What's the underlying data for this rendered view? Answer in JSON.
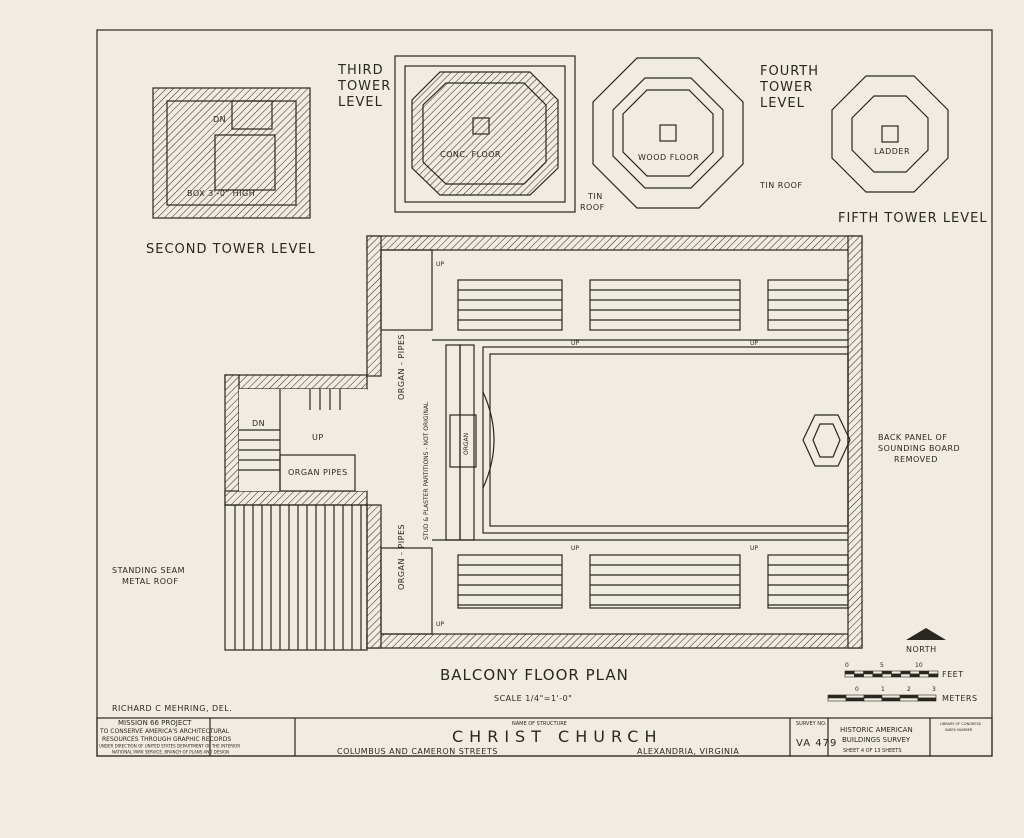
{
  "towers": {
    "second": {
      "title": "SECOND TOWER LEVEL",
      "dn": "DN",
      "note": "BOX 3'-0\" HIGH"
    },
    "third": {
      "title_1": "THIRD",
      "title_2": "TOWER",
      "title_3": "LEVEL",
      "floor": "CONC. FLOOR",
      "roof_1": "TIN",
      "roof_2": "ROOF"
    },
    "fourth": {
      "title_1": "FOURTH",
      "title_2": "TOWER",
      "title_3": "LEVEL",
      "floor": "WOOD FLOOR",
      "roof": "TIN ROOF"
    },
    "fifth": {
      "title": "FIFTH TOWER LEVEL",
      "ladder": "LADDER"
    }
  },
  "plan": {
    "title": "BALCONY FLOOR PLAN",
    "scale": "SCALE 1/4\"=1'-0\"",
    "organ_pipes": "ORGAN PIPES",
    "organ_pipes_v": "ORGAN - PIPES",
    "organ": "ORGAN",
    "partition": "STUD & PLASTER PARTITIONS - NOT ORIGINAL",
    "up": "UP",
    "dn": "DN",
    "roof_1": "STANDING SEAM",
    "roof_2": "METAL ROOF",
    "sounding_1": "BACK PANEL OF",
    "sounding_2": "SOUNDING BOARD",
    "sounding_3": "REMOVED",
    "north": "NORTH",
    "feet": "FEET",
    "meters": "METERS",
    "feet_ticks": [
      "0",
      "5",
      "10"
    ],
    "meter_ticks": [
      "0",
      "1",
      "2",
      "3"
    ]
  },
  "delineator": "RICHARD C MEHRING, DEL.",
  "title_block": {
    "project_1": "MISSION 66 PROJECT",
    "project_2": "TO CONSERVE AMERICA'S ARCHITECTURAL",
    "project_3": "RESOURCES THROUGH GRAPHIC RECORDS",
    "project_4": "UNDER DIRECTION OF UNITED STATES DEPARTMENT OF THE INTERIOR",
    "project_5": "NATIONAL PARK SERVICE, BRANCH OF PLANS AND DESIGN",
    "name_label": "NAME OF STRUCTURE",
    "name": "CHRIST CHURCH",
    "street": "COLUMBUS AND CAMERON STREETS",
    "city": "ALEXANDRIA, VIRGINIA",
    "survey_label": "SURVEY NO.",
    "survey_no": "VA 479",
    "habs_1": "HISTORIC AMERICAN",
    "habs_2": "BUILDINGS SURVEY",
    "sheet": "SHEET 4 OF 13 SHEETS",
    "library_1": "LIBRARY OF CONGRESS",
    "library_2": "INDEX NUMBER"
  }
}
